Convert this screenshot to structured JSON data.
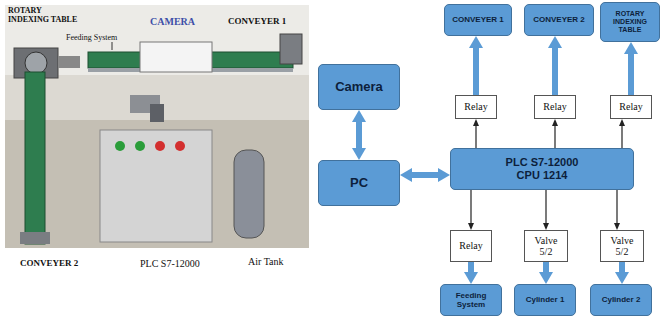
{
  "diagram": {
    "nodes": [
      {
        "text": [
          "CONVEYER 1"
        ]
      },
      {
        "text": [
          "CONVEYER 2"
        ]
      },
      {
        "text": [
          "ROTARY INDEXING TABLE"
        ]
      },
      {
        "text": [
          "Relay"
        ]
      },
      {
        "text": [
          "Relay"
        ]
      },
      {
        "text": [
          "Relay"
        ]
      },
      {
        "text": [
          "Camera"
        ]
      },
      {
        "text": [
          "PC"
        ]
      },
      {
        "text": [
          "PLC S7-12000 CPU 1214"
        ]
      },
      {
        "text": [
          "Relay"
        ]
      },
      {
        "text": [
          "Valve 5/2"
        ]
      },
      {
        "text": [
          "Valve 5/2"
        ]
      },
      {
        "text": [
          "Feeding System"
        ]
      },
      {
        "text": [
          "Cylinder 1"
        ]
      },
      {
        "text": [
          "Cylinder 2"
        ]
      }
    ],
    "edges": [
      {
        "from": 6,
        "to": 7,
        "arrow": "both"
      },
      {
        "from": 7,
        "to": 8,
        "arrow": "both"
      },
      {
        "from": 8,
        "to": 3,
        "arrow": "to"
      },
      {
        "from": 8,
        "to": 4,
        "arrow": "to"
      },
      {
        "from": 8,
        "to": 5,
        "arrow": "to"
      },
      {
        "from": 3,
        "to": 0,
        "arrow": "to"
      },
      {
        "from": 4,
        "to": 1,
        "arrow": "to"
      },
      {
        "from": 5,
        "to": 2,
        "arrow": "to"
      },
      {
        "from": 8,
        "to": 9,
        "arrow": "to"
      },
      {
        "from": 8,
        "to": 10,
        "arrow": "to"
      },
      {
        "from": 8,
        "to": 11,
        "arrow": "to"
      },
      {
        "from": 9,
        "to": 12,
        "arrow": "to"
      },
      {
        "from": 10,
        "to": 13,
        "arrow": "to"
      },
      {
        "from": 11,
        "to": 14,
        "arrow": "to"
      }
    ],
    "labels": [
      "ROTARY INDEXING TABLE",
      "Feeding System",
      "CAMERA",
      "CONVEYER 1",
      "CONVEYER 2",
      "PLC S7-12000",
      "Air Tank"
    ]
  }
}
